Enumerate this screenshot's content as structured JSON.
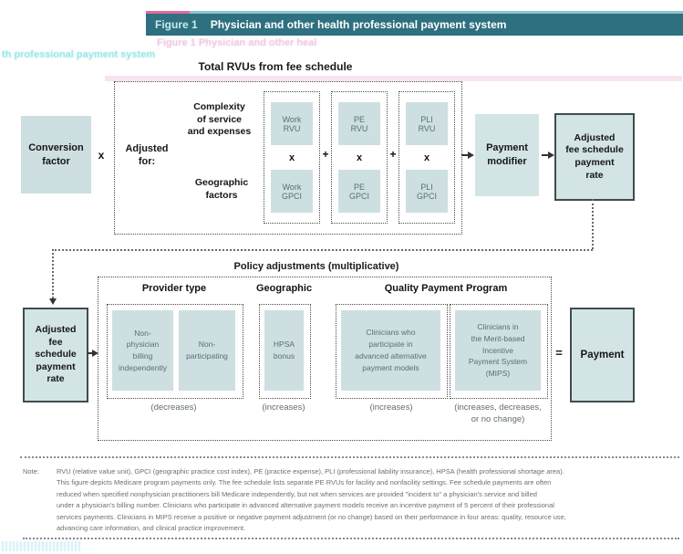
{
  "figure_header": {
    "label": "Figure 1",
    "title": "Physician and other health professional payment system"
  },
  "artifacts": {
    "ghost_title_pink": "Figure 1 Physician and other heal",
    "ghost_title_cyan": "th professional payment system"
  },
  "top_flow": {
    "heading": "Total RVUs from fee schedule",
    "conversion_factor": "Conversion\nfactor",
    "multiply_sign": "x",
    "adjusted_for": "Adjusted\nfor:",
    "complexity_label": "Complexity\nof service\nand expenses",
    "geographic_label": "Geographic\nfactors",
    "columns": [
      {
        "rvu": "Work\nRVU",
        "times": "x",
        "gpci": "Work\nGPCI"
      },
      {
        "rvu": "PE\nRVU",
        "times": "x",
        "gpci": "PE\nGPCI"
      },
      {
        "rvu": "PLI\nRVU",
        "times": "x",
        "gpci": "PLI\nGPCI"
      }
    ],
    "plus_sign_1": "+",
    "plus_sign_2": "+",
    "payment_modifier": "Payment\nmodifier",
    "adjusted_rate": "Adjusted\nfee schedule\npayment\nrate"
  },
  "policy_flow": {
    "heading": "Policy adjustments (multiplicative)",
    "adjusted_rate": "Adjusted\nfee\nschedule\npayment\nrate",
    "sections": [
      {
        "title": "Provider type",
        "boxes": [
          "Non-\nphysician\nbilling\nindependently",
          "Non-\nparticipating"
        ],
        "effect": "(decreases)"
      },
      {
        "title": "Geographic",
        "boxes": [
          "HPSA\nbonus"
        ],
        "effect": "(increases)"
      },
      {
        "title": "Quality Payment Program",
        "boxes": [
          "Clinicians who\nparticipate in\nadvanced alternative\npayment models",
          "Clinicians in\nthe Merit-based\nIncentive\nPayment System\n(MIPS)"
        ],
        "effects": [
          "(increases)",
          "(increases, decreases,\nor no change)"
        ]
      }
    ],
    "equals_sign": "=",
    "payment": "Payment"
  },
  "note": {
    "label": "Note:",
    "lines": [
      "RVU (relative value unit), GPCI (geographic practice cost index), PE (practice expense), PLI (professional liability insurance), HPSA (health professional shortage area).",
      "This figure depicts Medicare program payments only. The fee schedule lists separate PE RVUs for facility and nonfacility settings. Fee schedule payments are often",
      "reduced when specified nonphysician practitioners bill Medicare independently, but not when services are provided \"incident to\" a physician's service and billed",
      "under a physician's billing number. Clinicians who participate in advanced alternative payment models receive an incentive payment of 5 percent of their professional",
      "services payments. Clinicians in MIPS receive a positive or negative payment adjustment (or no change) based on their performance in four areas: quality, resource use,",
      "advancing care information, and clinical practice improvement."
    ]
  },
  "colors": {
    "header_teal": "#2e6f80",
    "box_fill": "#cddfe1",
    "box_border": "#3f4c4f",
    "accent_pink": "#e0699f",
    "accent_cyan": "#39cdd3"
  }
}
